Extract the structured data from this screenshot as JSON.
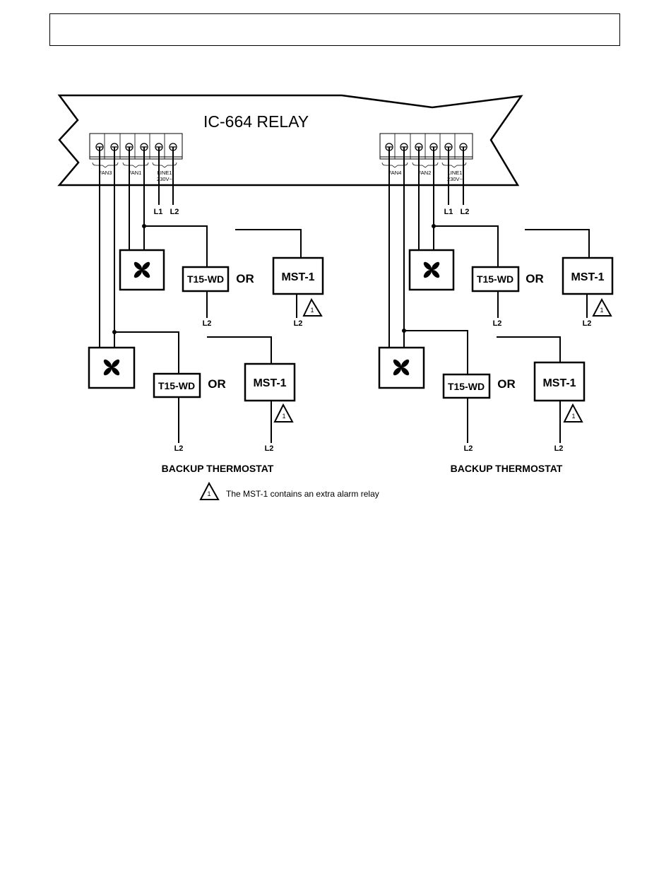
{
  "header": {
    "text": ""
  },
  "relay": {
    "title": "IC-664 RELAY"
  },
  "left": {
    "terminals": {
      "fan_a": "FAN3",
      "fan_b": "FAN1",
      "line": "LINE1",
      "voltage": "230V~"
    },
    "supply": {
      "l1": "L1",
      "l2": "L2"
    },
    "upper": {
      "thermostat": "T15-WD",
      "or": "OR",
      "alt": "MST-1",
      "t_l2": "L2",
      "alt_l2": "L2",
      "note_num": "1"
    },
    "lower": {
      "thermostat": "T15-WD",
      "or": "OR",
      "alt": "MST-1",
      "t_l2": "L2",
      "alt_l2": "L2",
      "note_num": "1"
    },
    "caption": "BACKUP THERMOSTAT"
  },
  "right": {
    "terminals": {
      "fan_a": "FAN4",
      "fan_b": "FAN2",
      "line": "LINE1",
      "voltage": "230V~"
    },
    "supply": {
      "l1": "L1",
      "l2": "L2"
    },
    "upper": {
      "thermostat": "T15-WD",
      "or": "OR",
      "alt": "MST-1",
      "t_l2": "L2",
      "alt_l2": "L2",
      "note_num": "1"
    },
    "lower": {
      "thermostat": "T15-WD",
      "or": "OR",
      "alt": "MST-1",
      "t_l2": "L2",
      "alt_l2": "L2",
      "note_num": "1"
    },
    "caption": "BACKUP THERMOSTAT"
  },
  "legend": {
    "num": "1",
    "text": "The MST-1 contains an extra alarm relay"
  },
  "icons": {
    "fan": "fan-icon",
    "note": "warning-triangle-icon",
    "screw": "screw-terminal-icon"
  }
}
